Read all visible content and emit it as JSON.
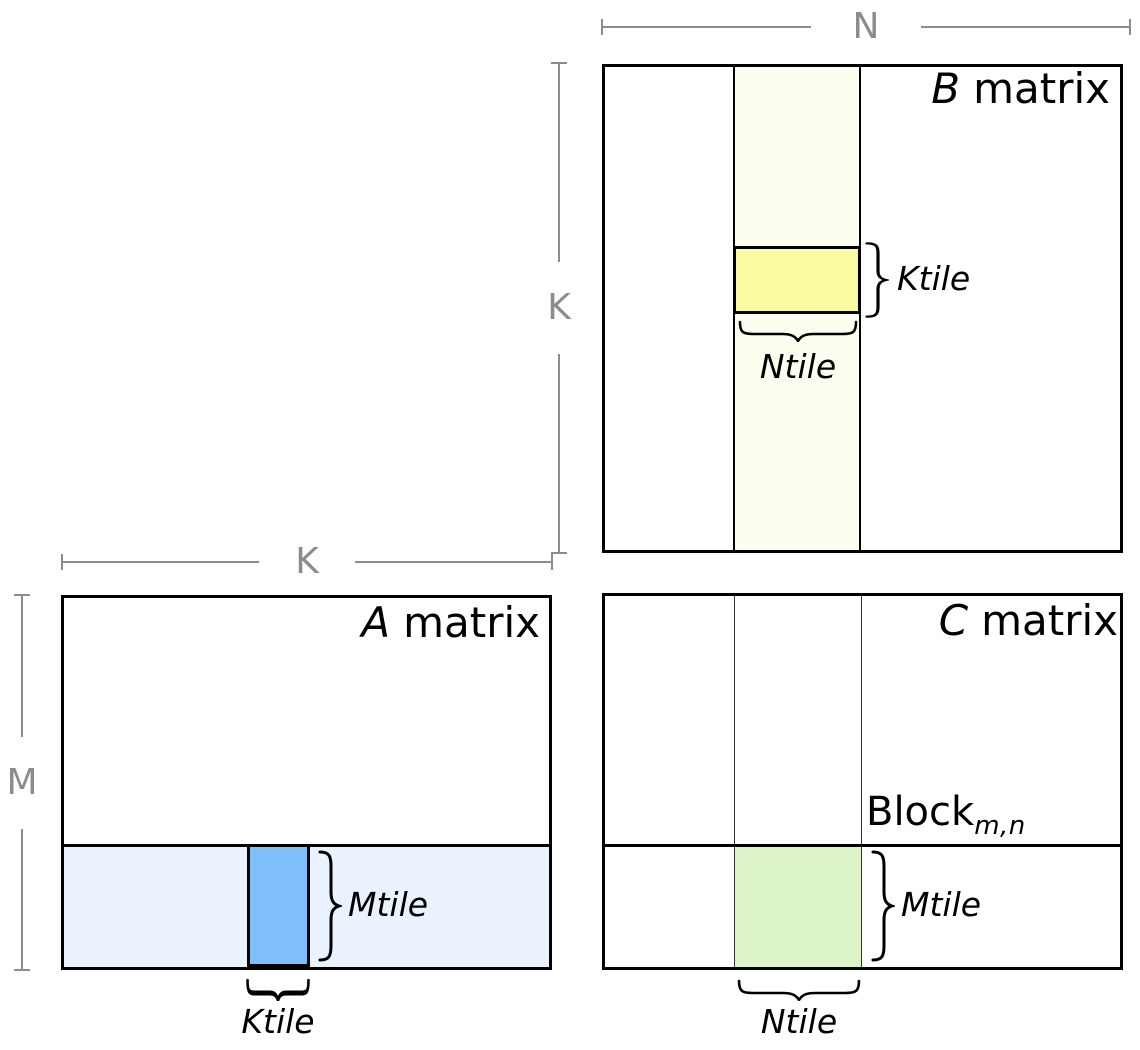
{
  "diagram": {
    "b_matrix": {
      "title_letter": "B",
      "title_word": "matrix",
      "ktile_label": "Ktile",
      "ntile_label": "Ntile"
    },
    "a_matrix": {
      "title_letter": "A",
      "title_word": "matrix",
      "mtile_label": "Mtile",
      "ktile_label": "Ktile"
    },
    "c_matrix": {
      "title_letter": "C",
      "title_word": "matrix",
      "block_label": "Block",
      "block_subscript": "m,n",
      "mtile_label": "Mtile",
      "ntile_label": "Ntile"
    },
    "dimensions": {
      "n": "N",
      "k_b": "K",
      "k_a": "K",
      "m": "M"
    },
    "colors": {
      "b_strip": "#FEFEF0",
      "b_tile": "#FAFAA2",
      "a_strip": "#E9F2FD",
      "a_tile": "#7EBFFA",
      "c_tile": "#DCF4C8",
      "dimension_line": "#8C8C8C"
    }
  }
}
